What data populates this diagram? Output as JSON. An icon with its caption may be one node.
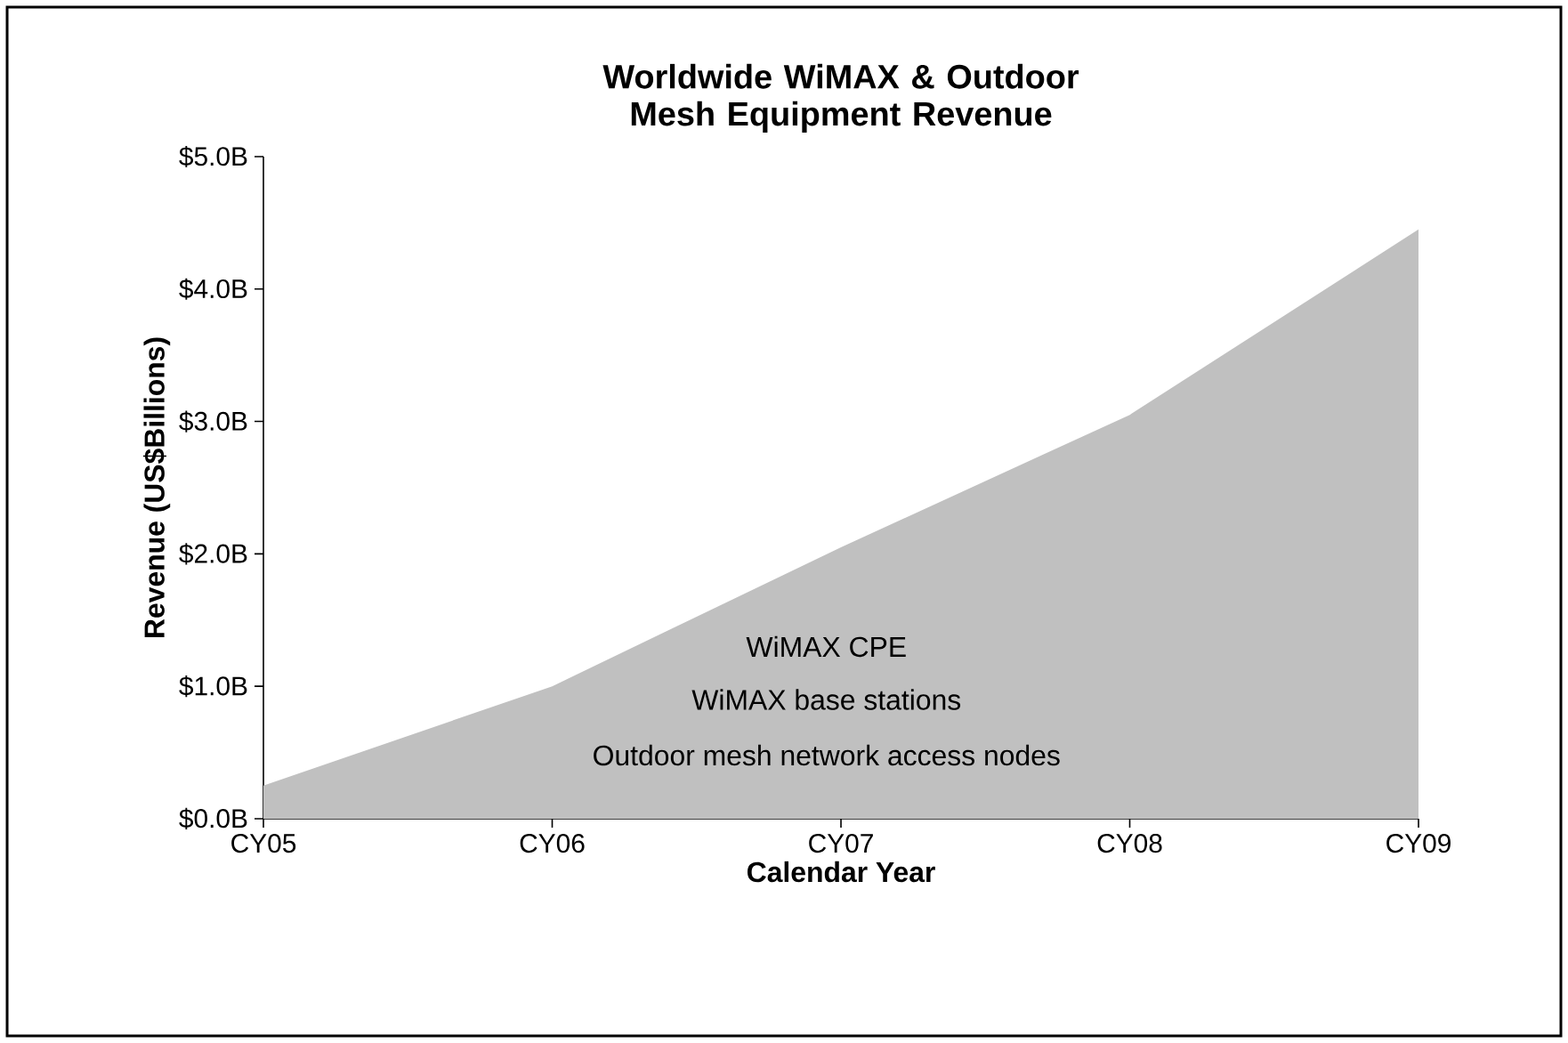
{
  "diagram": {
    "chart_data": {
      "type": "area",
      "title": "Worldwide WiMAX & Outdoor Mesh Equipment Revenue",
      "xlabel": "Calendar Year",
      "ylabel": "Revenue (US$Billions)",
      "categories": [
        "CY05",
        "CY06",
        "CY07",
        "CY08",
        "CY09"
      ],
      "series": [
        {
          "color": "#c0c0c0",
          "values": [
            0.25,
            1.0,
            2.05,
            3.05,
            4.45
          ]
        }
      ],
      "ylim": [
        0,
        5
      ],
      "yticks": [
        {
          "value": 0,
          "label": "$0.0B"
        },
        {
          "value": 1,
          "label": "$1.0B"
        },
        {
          "value": 2,
          "label": "$2.0B"
        },
        {
          "value": 3,
          "label": "$3.0B"
        },
        {
          "value": 4,
          "label": "$4.0B"
        },
        {
          "value": 5,
          "label": "$5.0B"
        }
      ],
      "annotations": [
        "WiMAX CPE",
        "WiMAX base stations",
        "Outdoor mesh network access nodes"
      ]
    }
  }
}
